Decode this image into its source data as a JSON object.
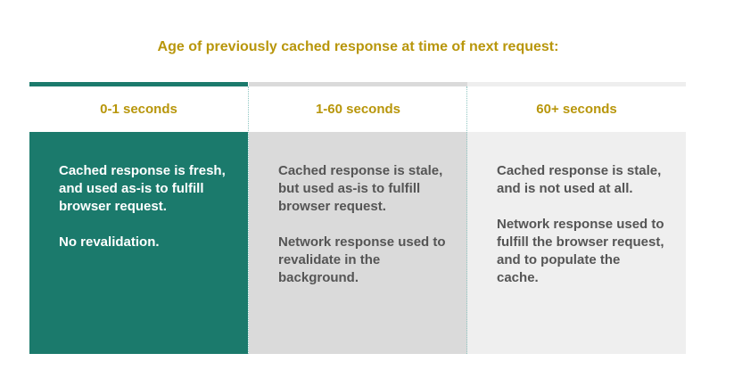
{
  "title": "Age of previously cached response at time of next request:",
  "colors": {
    "title": "#b8960b",
    "col1_bar": "#1b7a6c",
    "col1_bg": "#1b7a6c",
    "col1_text": "#ffffff",
    "col2_bar": "#dadada",
    "col2_bg": "#dadada",
    "col2_text": "#555555",
    "col3_bar": "#eeeeee",
    "col3_bg": "#efefef",
    "col3_text": "#555555"
  },
  "columns": [
    {
      "header": "0-1 seconds",
      "paragraphs": [
        "Cached response is fresh, and used as-is to fulfill browser request.",
        "No revalidation."
      ]
    },
    {
      "header": "1-60 seconds",
      "paragraphs": [
        "Cached response is stale, but used as-is to fulfill browser request.",
        "Network response used to revalidate in the background."
      ]
    },
    {
      "header": "60+ seconds",
      "paragraphs": [
        "Cached response is stale, and is not used at all.",
        "Network response used to fulfill the browser request, and to populate the cache."
      ]
    }
  ]
}
